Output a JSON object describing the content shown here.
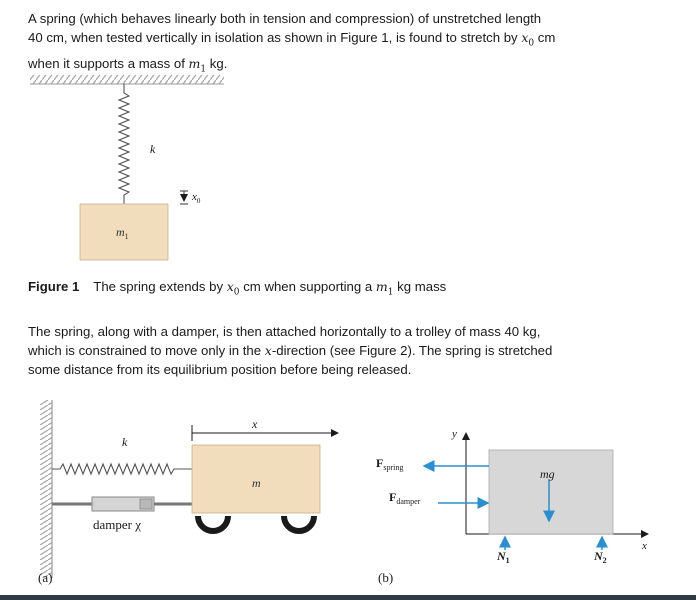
{
  "intro": {
    "line1": "A spring (which behaves linearly both in tension and compression) of unstretched length",
    "line2_a": "40 cm, when tested vertically in isolation as shown in Figure 1, is found to stretch by",
    "x0_sym": "x",
    "x0_sub": "0",
    "line2_b": "cm",
    "line3_a": "when it supports a mass of",
    "m1_sym": "m",
    "m1_sub": "1",
    "line3_b": "kg."
  },
  "figure1": {
    "spring_label": "k",
    "mass_label_sym": "m",
    "mass_label_sub": "1",
    "ext_label_sym": "x",
    "ext_label_sub": "0",
    "caption_title": "Figure 1",
    "caption_a": "The spring extends by",
    "caption_b": "cm when supporting a",
    "caption_c": "kg mass"
  },
  "para2": {
    "line1": "The spring, along with a damper, is then attached horizontally to a trolley of mass 40 kg,",
    "line2_a": "which is constrained to move only in the",
    "line2_x": "x",
    "line2_b": "-direction (see Figure 2). The spring is stretched",
    "line3": "some distance from its equilibrium position before being released."
  },
  "figure2a": {
    "spring_label": "k",
    "x_label": "x",
    "mass_label": "m",
    "damper_label": "damper χ",
    "panel_label": "(a)"
  },
  "figure2b": {
    "y_axis": "y",
    "x_axis": "x",
    "f_spring": "F",
    "f_spring_sub": "spring",
    "f_damper": "F",
    "f_damper_sub": "damper",
    "weight": "mg",
    "n1": "N",
    "n1_sub": "1",
    "n2": "N",
    "n2_sub": "2",
    "panel_label": "(b)"
  },
  "colors": {
    "text": "#1a1a1a",
    "box_fill": "#f1dcbc",
    "box_fill_b": "#d7d7d7",
    "arrow_blue": "#2a8fd0",
    "wall_hatch": "#9a9a9a",
    "bottom_rule": "#2e3b45"
  }
}
